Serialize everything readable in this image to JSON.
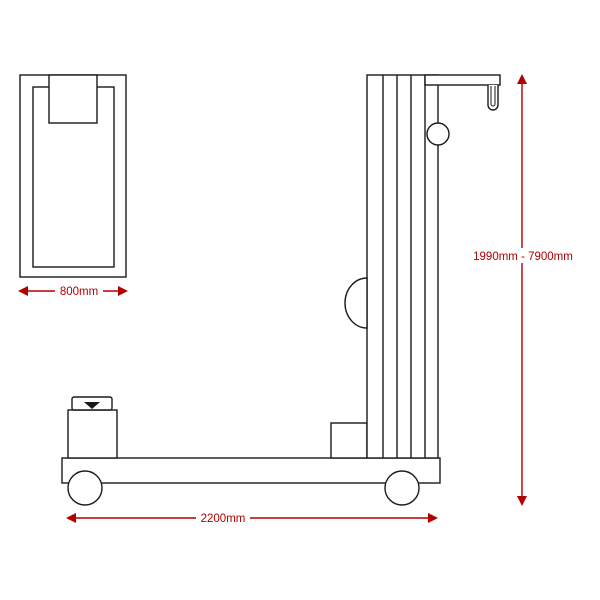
{
  "dimensions": {
    "width_label": "800mm",
    "length_label": "2200mm",
    "height_label": "1990mm - 7900mm"
  },
  "colors": {
    "outline": "#1a1a1a",
    "dimension": "#b00000",
    "background": "#ffffff"
  }
}
